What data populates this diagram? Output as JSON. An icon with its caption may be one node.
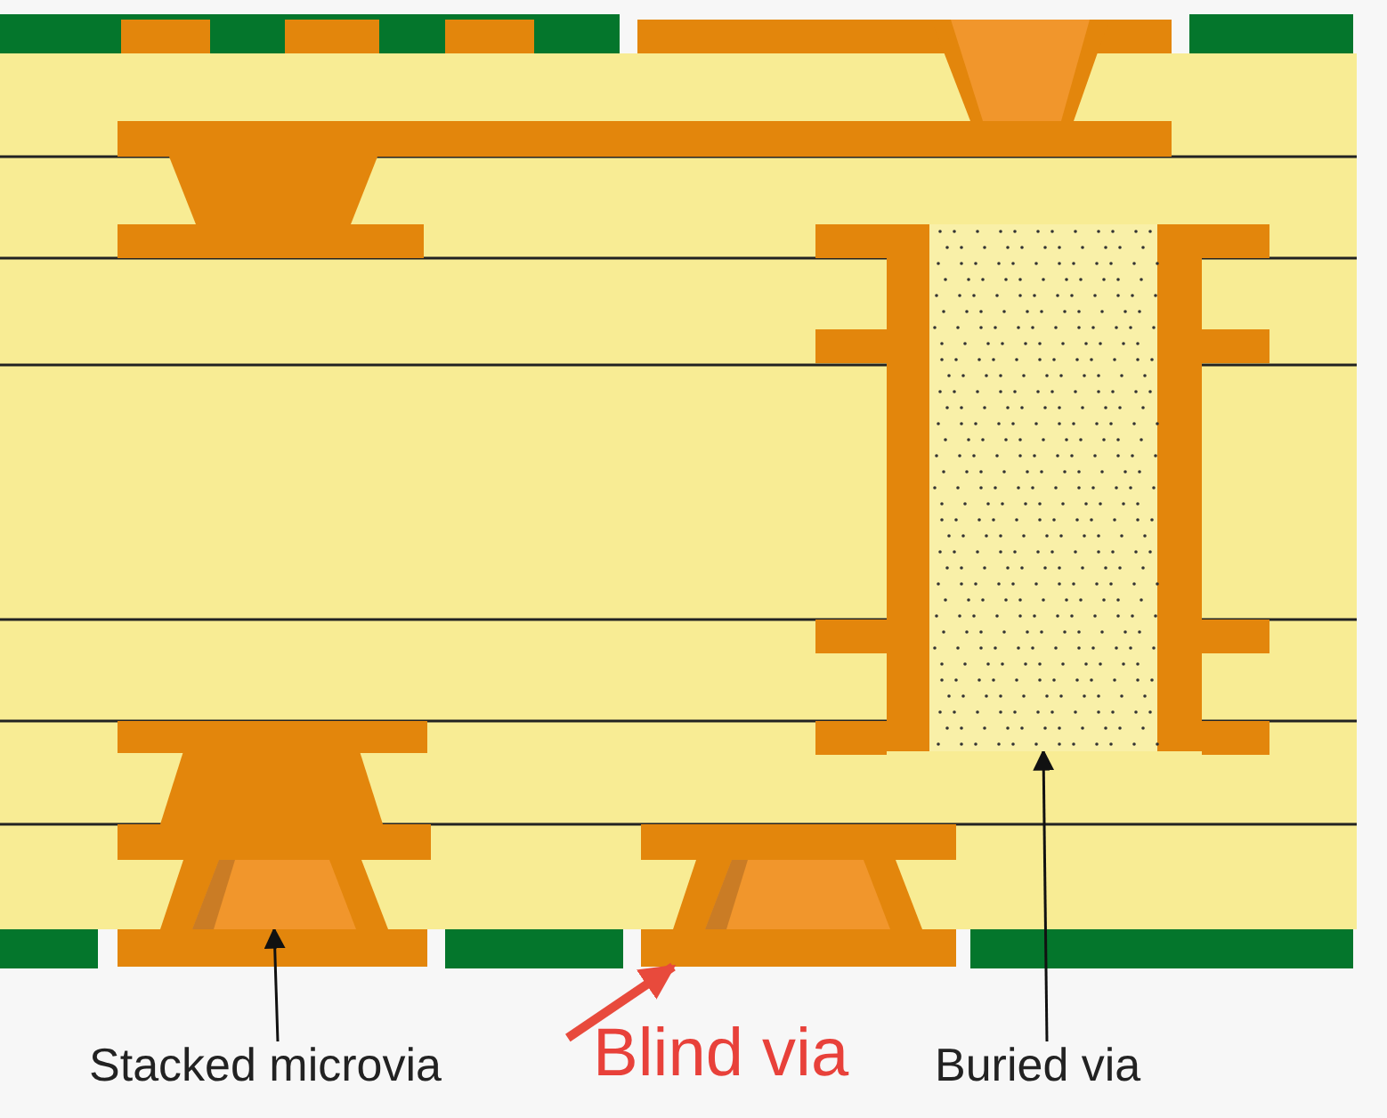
{
  "diagram": {
    "nodes": [
      {
        "text": [
          "Stacked microvia"
        ]
      },
      {
        "text": [],
        "shape": "picture"
      },
      {
        "text": [
          "Blind via"
        ]
      },
      {
        "text": [],
        "shape": "picture"
      },
      {
        "text": [
          "Buried via"
        ]
      },
      {
        "text": [],
        "shape": "picture"
      }
    ],
    "edges": [
      {
        "from": 0,
        "to": 1,
        "arrow": "to"
      },
      {
        "from": 2,
        "to": 3,
        "arrow": "to",
        "style": "thick",
        "color": "#e84a3c"
      },
      {
        "from": 4,
        "to": 5,
        "arrow": "to"
      }
    ]
  }
}
